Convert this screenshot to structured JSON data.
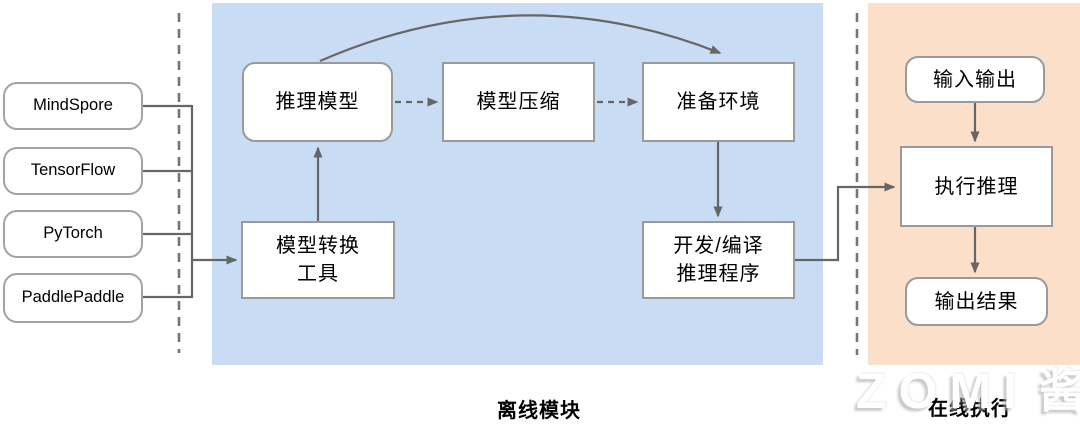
{
  "diagram": {
    "title_hint": "AI inference system flow diagram",
    "frameworks": [
      {
        "label": "MindSpore"
      },
      {
        "label": "TensorFlow"
      },
      {
        "label": "PyTorch"
      },
      {
        "label": "PaddlePaddle"
      }
    ],
    "offline": {
      "panel_label": "离线模块",
      "nodes": {
        "inference_model": "推理模型",
        "model_compression": "模型压缩",
        "prepare_env": "准备环境",
        "model_converter": "模型转换\n工具",
        "dev_compile": "开发/编译\n推理程序"
      }
    },
    "online": {
      "panel_label": "在线执行",
      "nodes": {
        "input_output": "输入输出",
        "execute_inference": "执行推理",
        "output_result": "输出结果"
      }
    },
    "colors": {
      "offline_panel_bg": "#c8ddf4",
      "online_panel_bg": "#fcdfc8",
      "box_border": "#9a9a9a",
      "arrow": "#666666",
      "dashed_separator": "#757575",
      "text": "#000000"
    },
    "watermark": {
      "latin": "ZOMI",
      "cjk": "酱"
    }
  }
}
